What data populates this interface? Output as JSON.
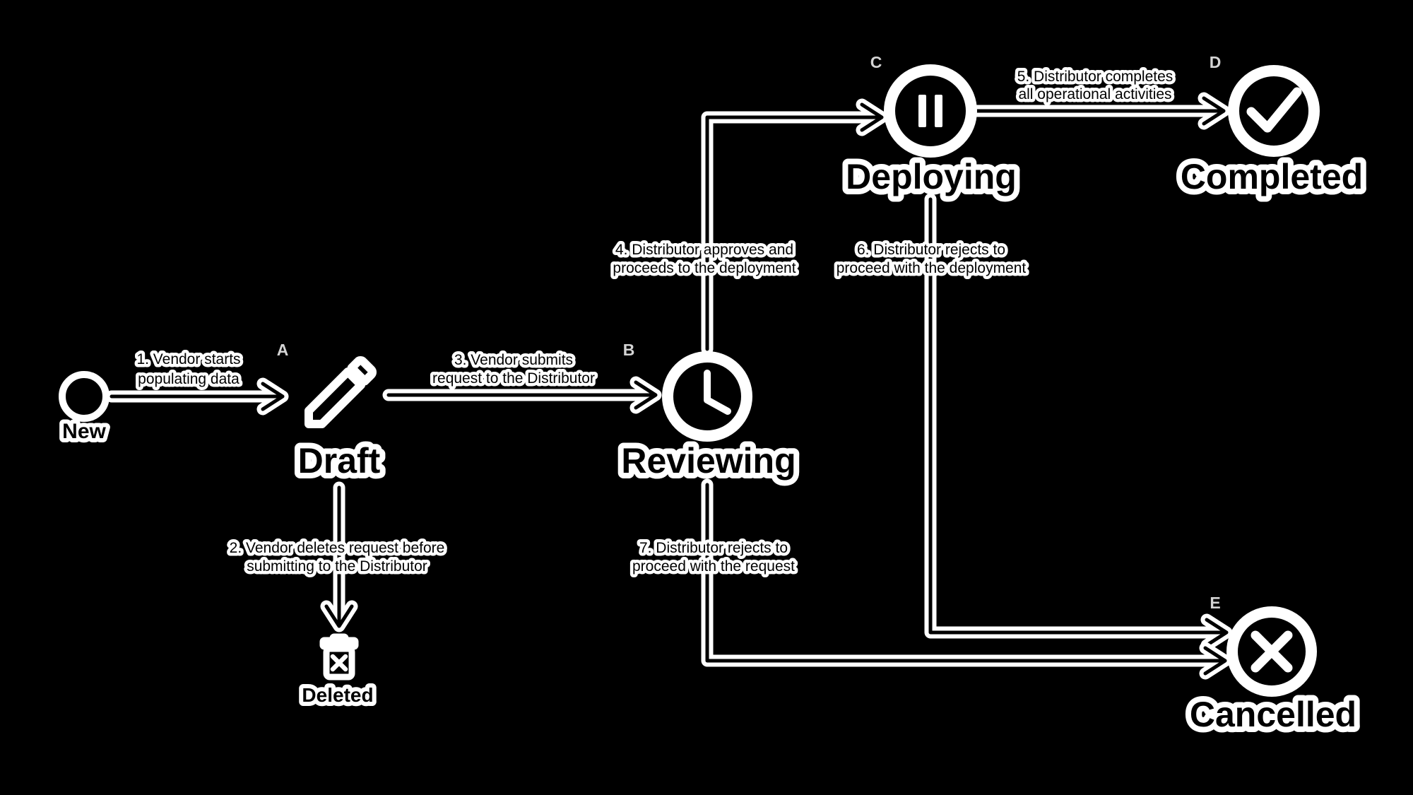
{
  "colors": {
    "background": "#000000",
    "shape_fill": "#000000",
    "outline": "#ffffff",
    "marker_text": "#d4d4d4"
  },
  "nodes": {
    "new": {
      "label": "New",
      "icon": "filled-dot-icon"
    },
    "draft": {
      "label": "Draft",
      "icon": "pencil-icon",
      "marker": "A"
    },
    "reviewing": {
      "label": "Reviewing",
      "icon": "clock-icon",
      "marker": "B"
    },
    "deploying": {
      "label": "Deploying",
      "icon": "pause-icon",
      "marker": "C"
    },
    "completed": {
      "label": "Completed",
      "icon": "check-icon",
      "marker": "D"
    },
    "cancelled": {
      "label": "Cancelled",
      "icon": "cross-icon",
      "marker": "E"
    },
    "deleted": {
      "label": "Deleted",
      "icon": "trash-icon"
    }
  },
  "transitions": {
    "t1": {
      "from": "New",
      "to": "Draft",
      "line1": "1. Vendor starts",
      "line2": "populating data"
    },
    "t2": {
      "from": "Draft",
      "to": "Deleted",
      "line1": "2. Vendor deletes request before",
      "line2": "submitting to the Distributor"
    },
    "t3": {
      "from": "Draft",
      "to": "Reviewing",
      "line1": "3. Vendor submits",
      "line2": "request to the Distributor"
    },
    "t4": {
      "from": "Reviewing",
      "to": "Deploying",
      "line1": "4. Distributor approves and",
      "line2": "proceeds to the deployment"
    },
    "t5": {
      "from": "Deploying",
      "to": "Completed",
      "line1": "5. Distributor completes",
      "line2": "all operational activities"
    },
    "t6": {
      "from": "Deploying",
      "to": "Cancelled",
      "line1": "6. Distributor rejects to",
      "line2": "proceed with the deployment"
    },
    "t7": {
      "from": "Reviewing",
      "to": "Cancelled",
      "line1": "7. Distributor rejects to",
      "line2": "proceed with the request"
    }
  }
}
